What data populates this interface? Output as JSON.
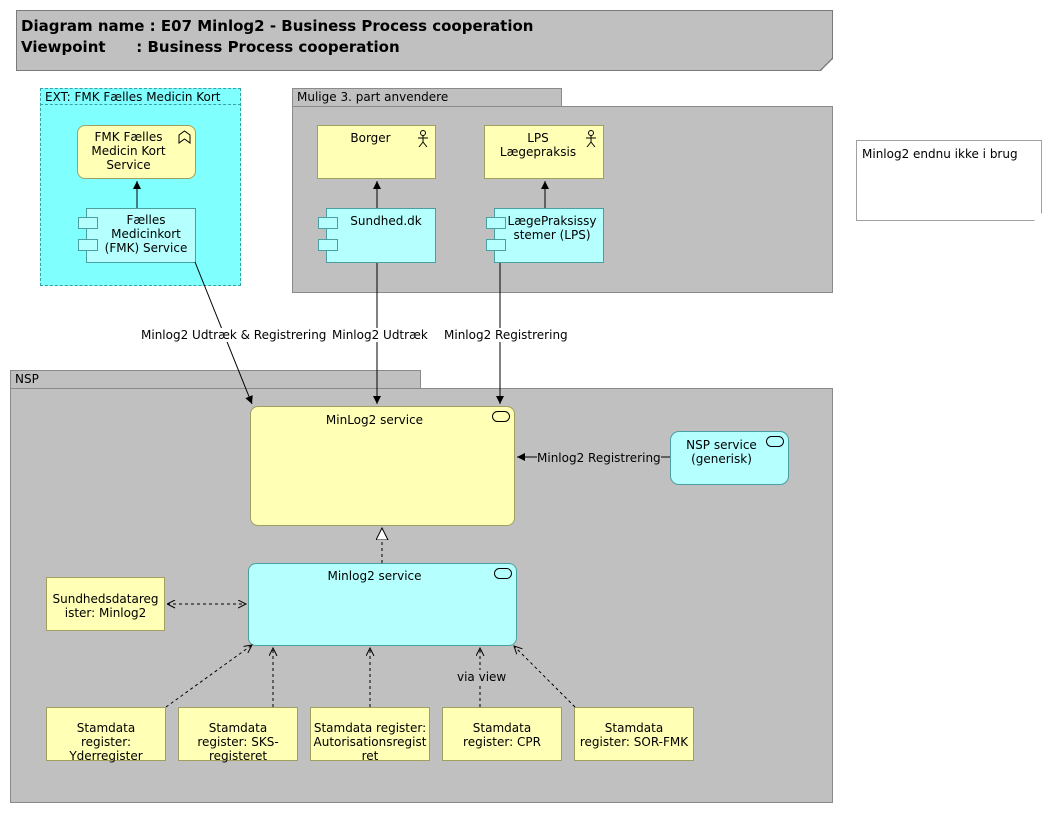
{
  "header": {
    "diagram_name_label": "Diagram name",
    "diagram_name_value": ": E07 Minlog2 - Business Process cooperation",
    "viewpoint_label": "Viewpoint",
    "viewpoint_value": ": Business Process cooperation"
  },
  "groups": {
    "ext": {
      "label": "EXT: FMK Fælles Medicin Kort"
    },
    "third_party": {
      "label": "Mulige 3. part anvendere"
    },
    "nsp": {
      "label": "NSP"
    }
  },
  "elements": {
    "fmk_service": "FMK Fælles Medicin Kort Service",
    "fmk_component": "Fælles Medicinkort (FMK) Service",
    "borger": "Borger",
    "lps_actor_l1": "LPS",
    "lps_actor_l2": "Lægepraksis",
    "sundhed": "Sundhed.dk",
    "lps_component": "LægePraksissystemer (LPS)",
    "minlog2_service_top": "MinLog2 service",
    "nsp_service": "NSP service (generisk)",
    "minlog2_service_bottom": "Minlog2 service",
    "sundhedsdataregister": "Sundhedsdataregister: Minlog2",
    "stamdata_yder": "Stamdata register: Yderregister",
    "stamdata_sks": "Stamdata register: SKS-registeret",
    "stamdata_aut": "Stamdata register: Autorisationsregistret",
    "stamdata_cpr": "Stamdata register: CPR",
    "stamdata_sor": "Stamdata register: SOR-FMK"
  },
  "note": {
    "text": "Minlog2 endnu ikke i brug"
  },
  "connections": {
    "fmk_to_minlog": "Minlog2 Udtræk & Registrering",
    "sundhed_to_minlog": "Minlog2 Udtræk",
    "lps_to_minlog": "Minlog2 Registrering",
    "nsp_to_minlog": "Minlog2 Registrering",
    "cpr_via": "via view"
  },
  "colors": {
    "group_gray": "#c0c0c0",
    "business_yellow": "#ffffb5",
    "application_cyan": "#b5ffff",
    "ext_group_cyan": "#80ffff"
  }
}
